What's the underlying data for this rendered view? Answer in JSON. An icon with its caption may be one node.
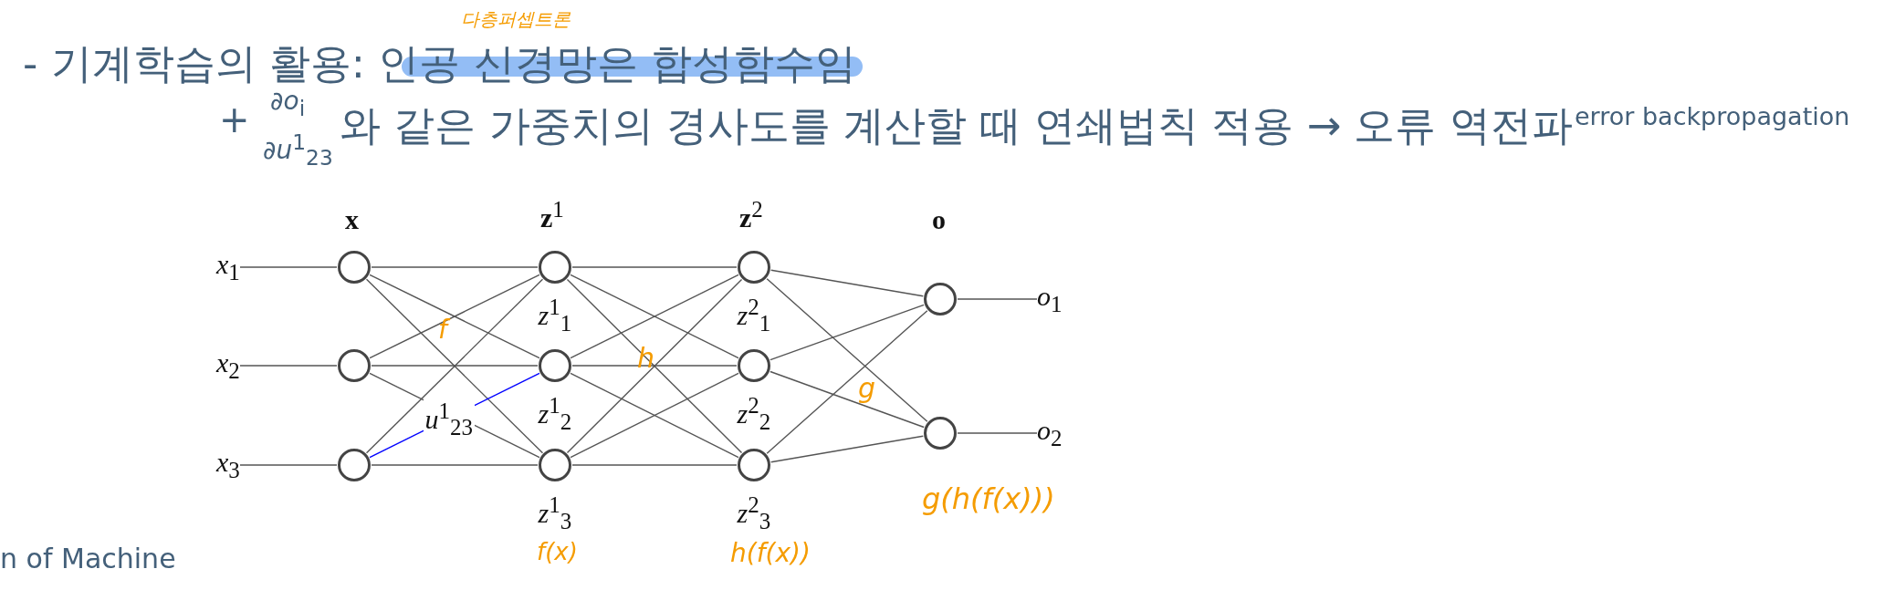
{
  "diagram": {
    "nodes": [
      {
        "text": [
          "*x*$_{1}$"
        ]
      },
      {
        "text": [
          "*x*$_{2}$"
        ]
      },
      {
        "text": [
          "*x*$_{3}$"
        ]
      },
      {
        "text": [],
        "shape": "circle"
      },
      {
        "text": [],
        "shape": "circle"
      },
      {
        "text": [],
        "shape": "circle"
      },
      {
        "text": [],
        "shape": "circle",
        "beside": [
          "*z*$^{1}$$_{1}$"
        ]
      },
      {
        "text": [],
        "shape": "circle",
        "beside": [
          "*z*$^{1}$$_{2}$"
        ]
      },
      {
        "text": [],
        "shape": "circle",
        "beside": [
          "*z*$^{1}$$_{3}$"
        ]
      },
      {
        "text": [],
        "shape": "circle",
        "beside": [
          "*z*$^{2}$$_{1}$"
        ]
      },
      {
        "text": [],
        "shape": "circle",
        "beside": [
          "*z*$^{2}$$_{2}$"
        ]
      },
      {
        "text": [],
        "shape": "circle",
        "beside": [
          "*z*$^{2}$$_{3}$"
        ]
      },
      {
        "text": [],
        "shape": "circle"
      },
      {
        "text": [],
        "shape": "circle"
      },
      {
        "text": [
          "*o*$_{1}$"
        ]
      },
      {
        "text": [
          "*o*$_{2}$"
        ]
      }
    ],
    "edges": [
      {
        "from": 0,
        "to": 3,
        "arrow": "none"
      },
      {
        "from": 1,
        "to": 4,
        "arrow": "none"
      },
      {
        "from": 2,
        "to": 5,
        "arrow": "none"
      },
      {
        "from": 3,
        "to": 6,
        "arrow": "none"
      },
      {
        "from": 3,
        "to": 7,
        "arrow": "none"
      },
      {
        "from": 3,
        "to": 8,
        "arrow": "none"
      },
      {
        "from": 4,
        "to": 6,
        "arrow": "none"
      },
      {
        "from": 4,
        "to": 7,
        "arrow": "none"
      },
      {
        "from": 4,
        "to": 8,
        "arrow": "none"
      },
      {
        "from": 5,
        "to": 6,
        "arrow": "none"
      },
      {
        "from": 5,
        "to": 7,
        "arrow": "none",
        "label": "*u*$^{1}$$_{23}$",
        "color": "#0000ff"
      },
      {
        "from": 5,
        "to": 8,
        "arrow": "none"
      },
      {
        "from": 6,
        "to": 9,
        "arrow": "none"
      },
      {
        "from": 6,
        "to": 10,
        "arrow": "none"
      },
      {
        "from": 6,
        "to": 11,
        "arrow": "none"
      },
      {
        "from": 7,
        "to": 9,
        "arrow": "none"
      },
      {
        "from": 7,
        "to": 10,
        "arrow": "none"
      },
      {
        "from": 7,
        "to": 11,
        "arrow": "none"
      },
      {
        "from": 8,
        "to": 9,
        "arrow": "none"
      },
      {
        "from": 8,
        "to": 10,
        "arrow": "none"
      },
      {
        "from": 8,
        "to": 11,
        "arrow": "none"
      },
      {
        "from": 9,
        "to": 12,
        "arrow": "none"
      },
      {
        "from": 9,
        "to": 13,
        "arrow": "none"
      },
      {
        "from": 10,
        "to": 12,
        "arrow": "none"
      },
      {
        "from": 10,
        "to": 13,
        "arrow": "none"
      },
      {
        "from": 11,
        "to": 12,
        "arrow": "none"
      },
      {
        "from": 11,
        "to": 13,
        "arrow": "none"
      },
      {
        "from": 12,
        "to": 14,
        "arrow": "none"
      },
      {
        "from": 13,
        "to": 15,
        "arrow": "none"
      }
    ],
    "labels": [
      "다층퍼셉트론",
      "- 기계학습의 활용: 인공 신경망은 합성함수임",
      "+",
      "∂*o*$_{i}$",
      "∂*u*$^{1}$$_{23}$",
      "와 같은 가중치의 경사도를 계산할 때 연쇄법칙 적용 → 오류 역전파",
      "error backpropagation",
      "x",
      "**z**$^{1}$",
      "**z**$^{2}$",
      "o",
      "f",
      "h",
      "g",
      "f(x)",
      "h(f(x))",
      "g(h(f(x)))",
      "n of Machine"
    ]
  }
}
